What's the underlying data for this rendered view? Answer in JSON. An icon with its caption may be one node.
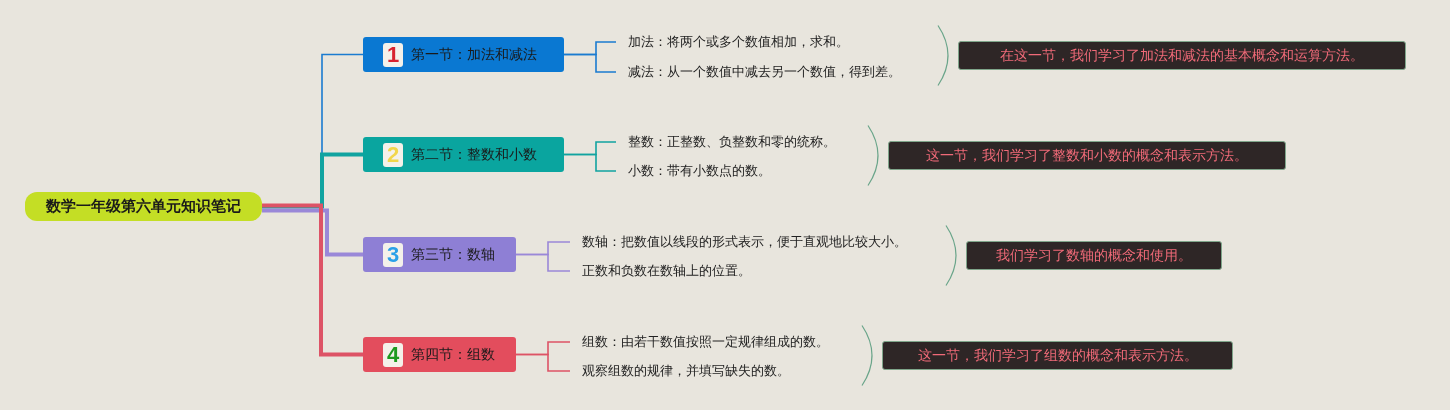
{
  "diagram": {
    "nodes": [
      {
        "text": [
          "数学一年级第六单元知识笔记"
        ]
      },
      {
        "text": [
          "1",
          "第一节：加法和减法"
        ]
      },
      {
        "text": [
          "加法：将两个或多个数值相加，求和。"
        ]
      },
      {
        "text": [
          "减法：从一个数值中减去另一个数值，得到差。"
        ]
      },
      {
        "text": [
          "在这一节，我们学习了加法和减法的基本概念和运算方法。"
        ]
      },
      {
        "text": [
          "2",
          "第二节：整数和小数"
        ]
      },
      {
        "text": [
          "整数：正整数、负整数和零的统称。"
        ]
      },
      {
        "text": [
          "小数：带有小数点的数。"
        ]
      },
      {
        "text": [
          "这一节，我们学习了整数和小数的概念和表示方法。"
        ]
      },
      {
        "text": [
          "3",
          "第三节：数轴"
        ]
      },
      {
        "text": [
          "数轴：把数值以线段的形式表示，便于直观地比较大小。"
        ]
      },
      {
        "text": [
          "正数和负数在数轴上的位置。"
        ]
      },
      {
        "text": [
          "我们学习了数轴的概念和使用。"
        ]
      },
      {
        "text": [
          "4",
          "第四节：组数"
        ]
      },
      {
        "text": [
          "组数：由若干数值按照一定规律组成的数。"
        ]
      },
      {
        "text": [
          "观察组数的规律，并填写缺失的数。"
        ]
      },
      {
        "text": [
          "这一节，我们学习了组数的概念和表示方法。"
        ]
      }
    ],
    "edges": [
      {
        "from": 0,
        "to": 1,
        "arrow": "none",
        "color": "#1a7bd0"
      },
      {
        "from": 0,
        "to": 5,
        "arrow": "none",
        "style": "thick",
        "color": "#11a3a0"
      },
      {
        "from": 0,
        "to": 9,
        "arrow": "none",
        "style": "thick",
        "color": "#9a88d8"
      },
      {
        "from": 0,
        "to": 13,
        "arrow": "none",
        "style": "thick",
        "color": "#dd5366"
      },
      {
        "from": 1,
        "to": 2,
        "arrow": "none",
        "color": "#1a7bd0"
      },
      {
        "from": 1,
        "to": 3,
        "arrow": "none",
        "color": "#1a7bd0"
      },
      {
        "from": 5,
        "to": 6,
        "arrow": "none",
        "color": "#11a3a0"
      },
      {
        "from": 5,
        "to": 7,
        "arrow": "none",
        "color": "#11a3a0"
      },
      {
        "from": 9,
        "to": 10,
        "arrow": "none",
        "color": "#9a88d8"
      },
      {
        "from": 9,
        "to": 11,
        "arrow": "none",
        "color": "#9a88d8"
      },
      {
        "from": 13,
        "to": 14,
        "arrow": "none",
        "color": "#dd5366"
      },
      {
        "from": 13,
        "to": 15,
        "arrow": "none",
        "color": "#dd5366"
      }
    ]
  }
}
